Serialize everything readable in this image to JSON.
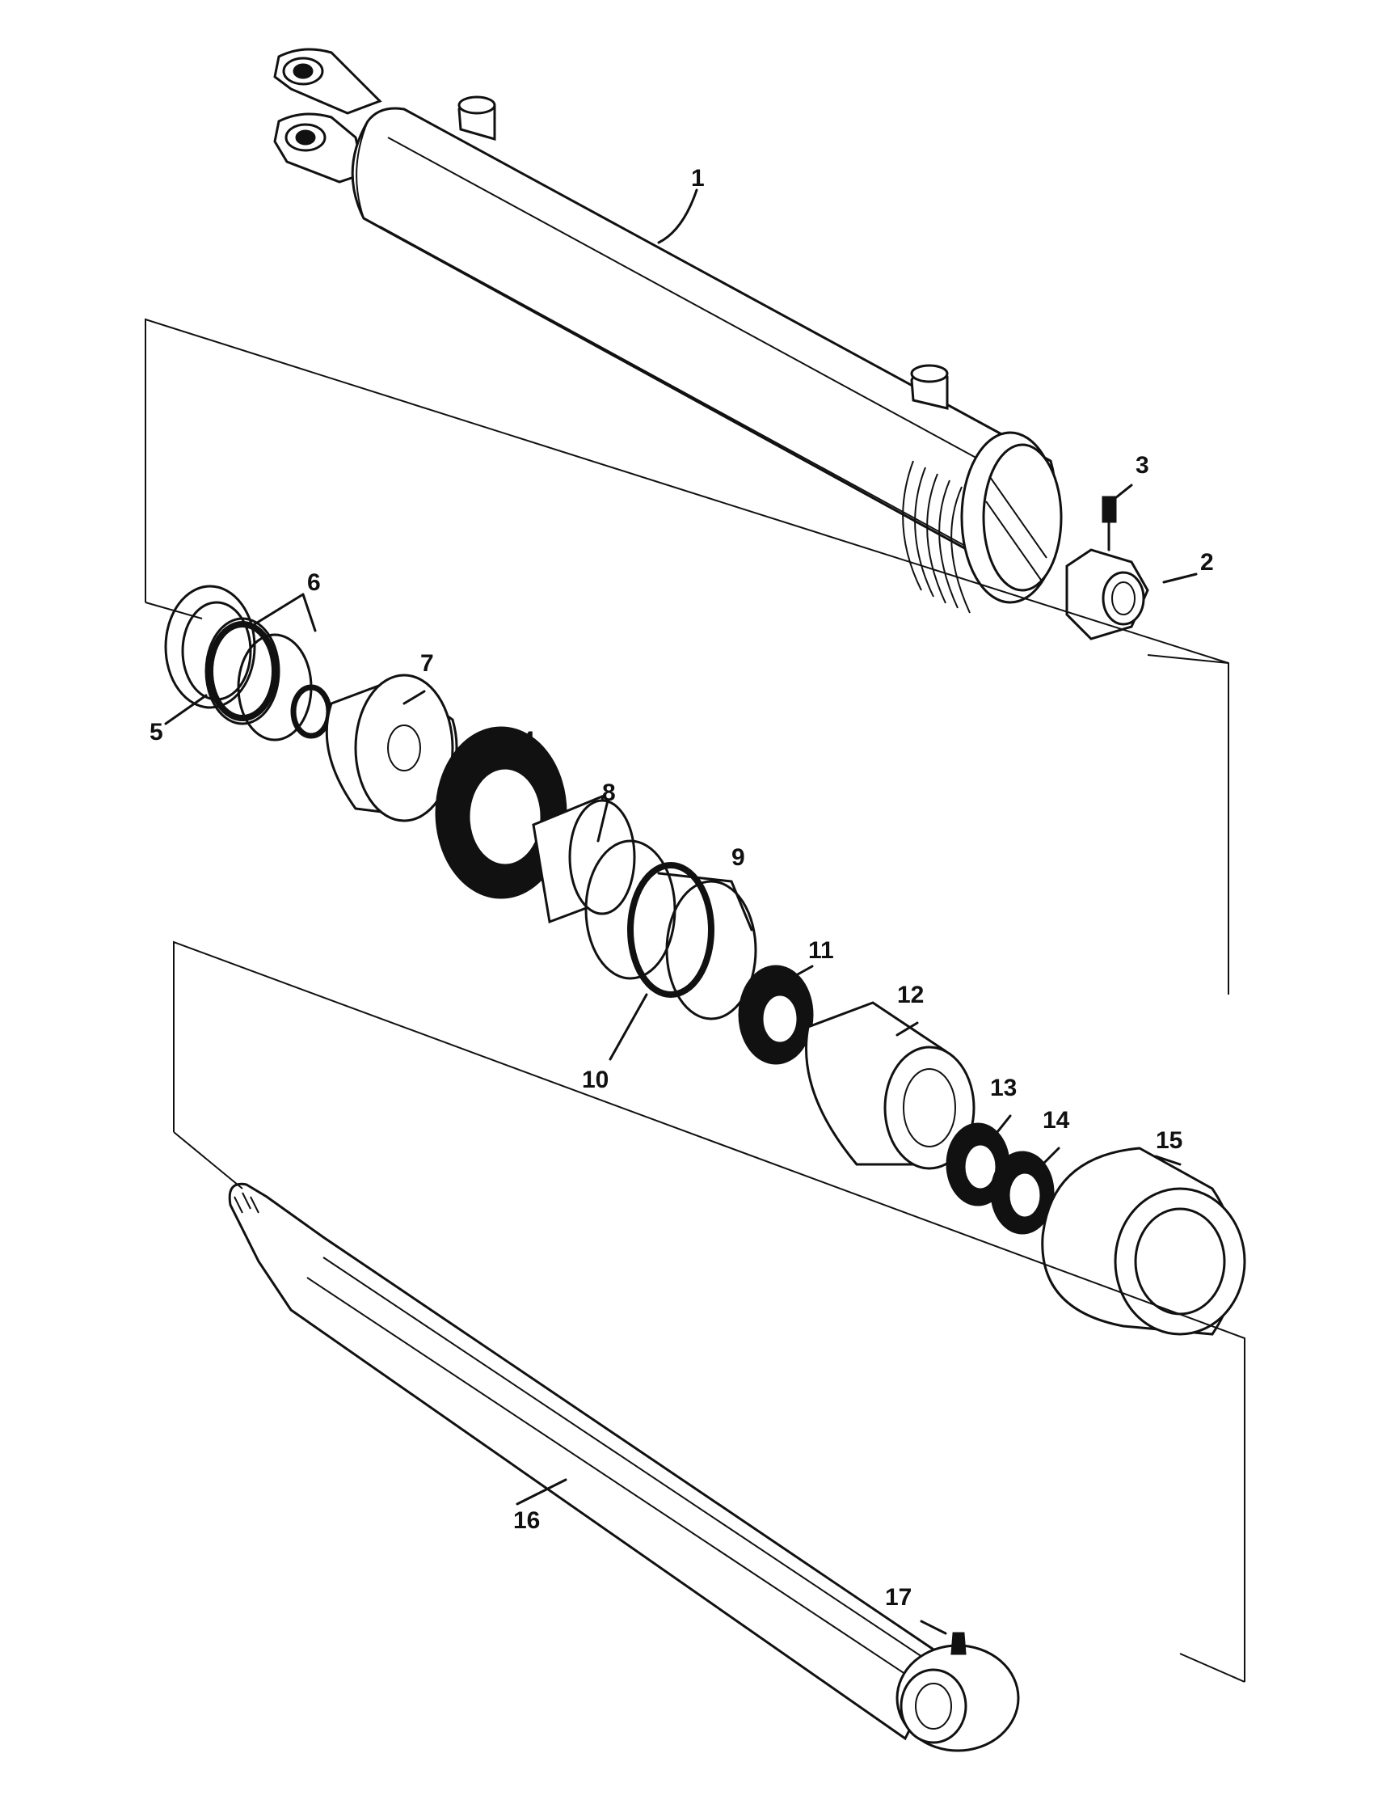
{
  "diagram": {
    "parts": [
      {
        "id": "1",
        "label": "1",
        "icon": "cylinder-barrel"
      },
      {
        "id": "2",
        "label": "2",
        "icon": "hex-nut"
      },
      {
        "id": "3",
        "label": "3",
        "icon": "set-screw"
      },
      {
        "id": "4",
        "label": "4",
        "icon": "piston-seal"
      },
      {
        "id": "5",
        "label": "5",
        "icon": "o-ring"
      },
      {
        "id": "6",
        "label": "6",
        "icon": "backup-ring"
      },
      {
        "id": "7",
        "label": "7",
        "icon": "piston"
      },
      {
        "id": "8",
        "label": "8",
        "icon": "spacer-tube"
      },
      {
        "id": "9",
        "label": "9",
        "icon": "backup-ring"
      },
      {
        "id": "10",
        "label": "10",
        "icon": "o-ring"
      },
      {
        "id": "11",
        "label": "11",
        "icon": "rod-seal"
      },
      {
        "id": "12",
        "label": "12",
        "icon": "gland"
      },
      {
        "id": "13",
        "label": "13",
        "icon": "wiper-seal"
      },
      {
        "id": "14",
        "label": "14",
        "icon": "wiper-ring"
      },
      {
        "id": "15",
        "label": "15",
        "icon": "end-cap"
      },
      {
        "id": "16",
        "label": "16",
        "icon": "piston-rod"
      },
      {
        "id": "17",
        "label": "17",
        "icon": "grease-fitting"
      }
    ]
  }
}
